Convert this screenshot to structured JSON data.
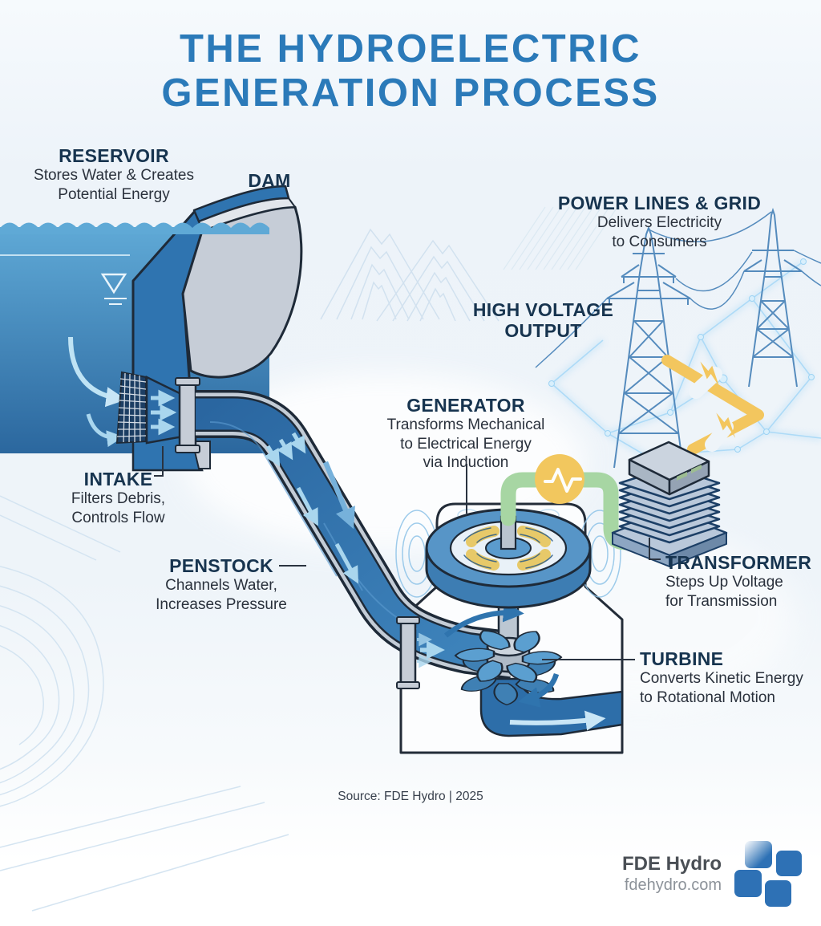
{
  "title": {
    "line1": "THE HYDROELECTRIC",
    "line2": "GENERATION PROCESS"
  },
  "stages": {
    "reservoir": {
      "name": "RESERVOIR",
      "desc1": "Stores Water & Creates",
      "desc2": "Potential Energy"
    },
    "dam": {
      "name": "DAM"
    },
    "intake": {
      "name": "INTAKE",
      "desc1": "Filters Debris,",
      "desc2": "Controls Flow"
    },
    "penstock": {
      "name": "PENSTOCK",
      "desc1": "Channels Water,",
      "desc2": "Increases Pressure"
    },
    "generator": {
      "name": "GENERATOR",
      "desc1": "Transforms Mechanical",
      "desc2": "to Electrical Energy",
      "desc3": "via Induction"
    },
    "turbine": {
      "name": "TURBINE",
      "desc1": "Converts Kinetic Energy",
      "desc2": "to Rotational Motion"
    },
    "transformer": {
      "name": "TRANSFORMER",
      "desc1": "Steps Up Voltage",
      "desc2": "for Transmission"
    },
    "high_voltage": {
      "name1": "HIGH VOLTAGE",
      "name2": "OUTPUT"
    },
    "power_lines": {
      "name": "POWER LINES & GRID",
      "desc1": "Delivers Electricity",
      "desc2": "to Consumers"
    }
  },
  "source_note": "Source: FDE Hydro | 2025",
  "footer": {
    "brand": "FDE Hydro",
    "website": "fdehydro.com"
  },
  "icons": {
    "waveform": "electrical-pulse-badge",
    "lightning": "high-voltage-bolt",
    "water_level": "water-surface-marker",
    "logo": "fde-pinwheel-squares"
  },
  "colors": {
    "title_blue": "#2B7AB9",
    "heading_navy": "#17344F",
    "body_text": "#2A313C",
    "water_top": "#5FA9D6",
    "water_deep": "#2B679E",
    "pipe_blue": "#2D6EA9",
    "concrete": "#C6CDD7",
    "cable_green": "#A7D6A3",
    "energy_yellow": "#F2C75E",
    "tower_blue": "#4D86BA",
    "logo_blue": "#2E71B5"
  }
}
